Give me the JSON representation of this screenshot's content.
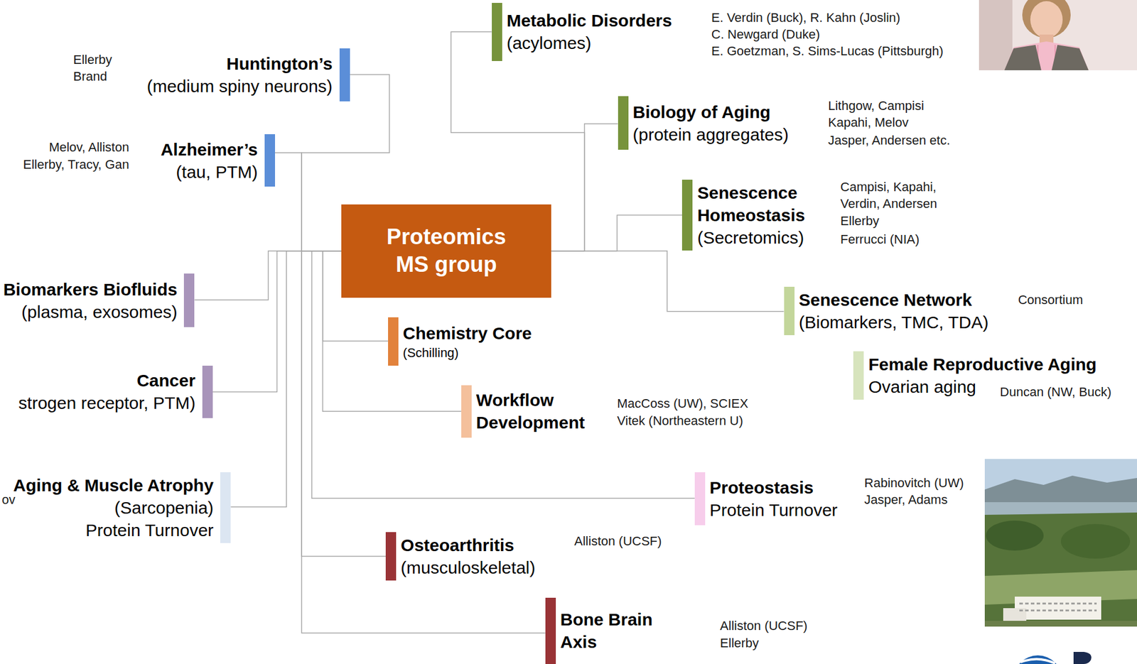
{
  "diagram": {
    "nodes": [
      {
        "text": [
          "Proteomics MS group"
        ]
      },
      {
        "text": [
          "Metabolic Disorders",
          "(acylomes)"
        ]
      },
      {
        "text": [
          "Huntington’s",
          "(medium spiny neurons)"
        ]
      },
      {
        "text": [
          "Biology of Aging",
          "(protein aggregates)"
        ]
      },
      {
        "text": [
          "Alzheimer’s",
          "(tau, PTM)"
        ]
      },
      {
        "text": [
          "Senescence Homeostasis",
          "(Secretomics)"
        ]
      },
      {
        "text": [
          "Biomarkers Biofluids",
          "(plasma, exosomes)"
        ]
      },
      {
        "text": [
          "Senescence Network",
          "(Biomarkers, TMC, TDA)"
        ]
      },
      {
        "text": [
          "Chemistry Core",
          "(Schilling)"
        ]
      },
      {
        "text": [
          "Female Reproductive Aging",
          "Ovarian aging"
        ]
      },
      {
        "text": [
          "Cancer",
          "strogen receptor, PTM)"
        ]
      },
      {
        "text": [
          "Workflow Development"
        ]
      },
      {
        "text": [
          "Aging & Muscle Atrophy",
          "(Sarcopenia)",
          "Protein Turnover"
        ]
      },
      {
        "text": [
          "Proteostasis",
          "Protein Turnover"
        ]
      },
      {
        "text": [
          "Osteoarthritis",
          "(musculoskeletal)"
        ]
      },
      {
        "text": [
          "Bone Brain Axis"
        ]
      }
    ],
    "edges": [
      {
        "from": 0,
        "to": 1,
        "arrow": "none"
      },
      {
        "from": 0,
        "to": 2,
        "arrow": "none"
      },
      {
        "from": 0,
        "to": 3,
        "arrow": "none"
      },
      {
        "from": 0,
        "to": 4,
        "arrow": "none"
      },
      {
        "from": 0,
        "to": 5,
        "arrow": "none"
      },
      {
        "from": 0,
        "to": 6,
        "arrow": "none"
      },
      {
        "from": 0,
        "to": 7,
        "arrow": "none"
      },
      {
        "from": 0,
        "to": 8,
        "arrow": "none"
      },
      {
        "from": 0,
        "to": 10,
        "arrow": "none"
      },
      {
        "from": 0,
        "to": 11,
        "arrow": "none"
      },
      {
        "from": 0,
        "to": 12,
        "arrow": "none"
      },
      {
        "from": 0,
        "to": 13,
        "arrow": "none"
      },
      {
        "from": 0,
        "to": 14,
        "arrow": "none"
      },
      {
        "from": 0,
        "to": 15,
        "arrow": "none"
      }
    ],
    "labels": [
      "E. Verdin (Buck), R. Kahn (Joslin)",
      "C. Newgard (Duke)",
      "E. Goetzman, S. Sims-Lucas (Pittsburgh)",
      "Ellerby",
      "Brand",
      "Lithgow, Campisi",
      "Kapahi, Melov",
      "Jasper, Andersen etc.",
      "Melov, Alliston",
      "Ellerby, Tracy, Gan",
      "Campisi, Kapahi,",
      "Verdin, Andersen",
      "Ellerby",
      "Ferrucci (NIA)",
      "Consortium",
      "Duncan (NW, Buck)",
      "MacCoss (UW), SCIEX",
      "Vitek (Northeastern U)",
      "Rabinovitch (UW)",
      "Jasper, Adams",
      "ov",
      "Alliston (UCSF)",
      "Alliston (UCSF)",
      "Ellerby"
    ]
  }
}
